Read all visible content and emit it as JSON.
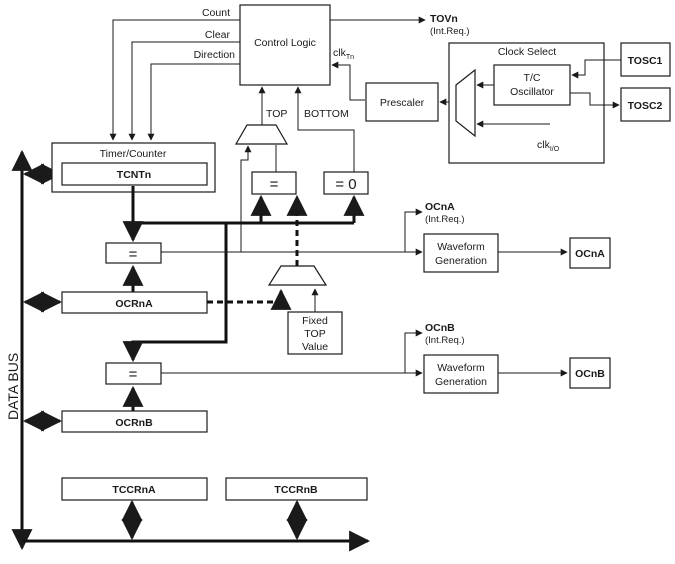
{
  "signals": {
    "count": "Count",
    "clear": "Clear",
    "direction": "Direction",
    "tovn": "TOVn",
    "tovn_int": "(Int.Req.)",
    "clk_tn_main": "clk",
    "clk_tn_sub": "Tn",
    "clk_io_main": "clk",
    "clk_io_sub": "I/O",
    "top": "TOP",
    "bottom": "BOTTOM",
    "ocna_sig": "OCnA",
    "ocna_int": "(Int.Req.)",
    "ocnb_sig": "OCnB",
    "ocnb_int": "(Int.Req.)"
  },
  "blocks": {
    "control_logic": "Control Logic",
    "clock_select": "Clock Select",
    "prescaler": "Prescaler",
    "tc_osc_line1": "T/C",
    "tc_osc_line2": "Oscillator",
    "tosc1": "TOSC1",
    "tosc2": "TOSC2",
    "timer_counter": "Timer/Counter",
    "tcntn": "TCNTn",
    "eq_top": "=",
    "eq_zero": "= 0",
    "eq_a": "=",
    "eq_b": "=",
    "ocrna": "OCRnA",
    "ocrnb": "OCRnB",
    "fixed_top_1": "Fixed",
    "fixed_top_2": "TOP",
    "fixed_top_3": "Value",
    "waveform_a_1": "Waveform",
    "waveform_a_2": "Generation",
    "waveform_b_1": "Waveform",
    "waveform_b_2": "Generation",
    "ocna_pin": "OCnA",
    "ocnb_pin": "OCnB",
    "tccrna": "TCCRnA",
    "tccrnb": "TCCRnB",
    "data_bus": "DATA BUS"
  }
}
